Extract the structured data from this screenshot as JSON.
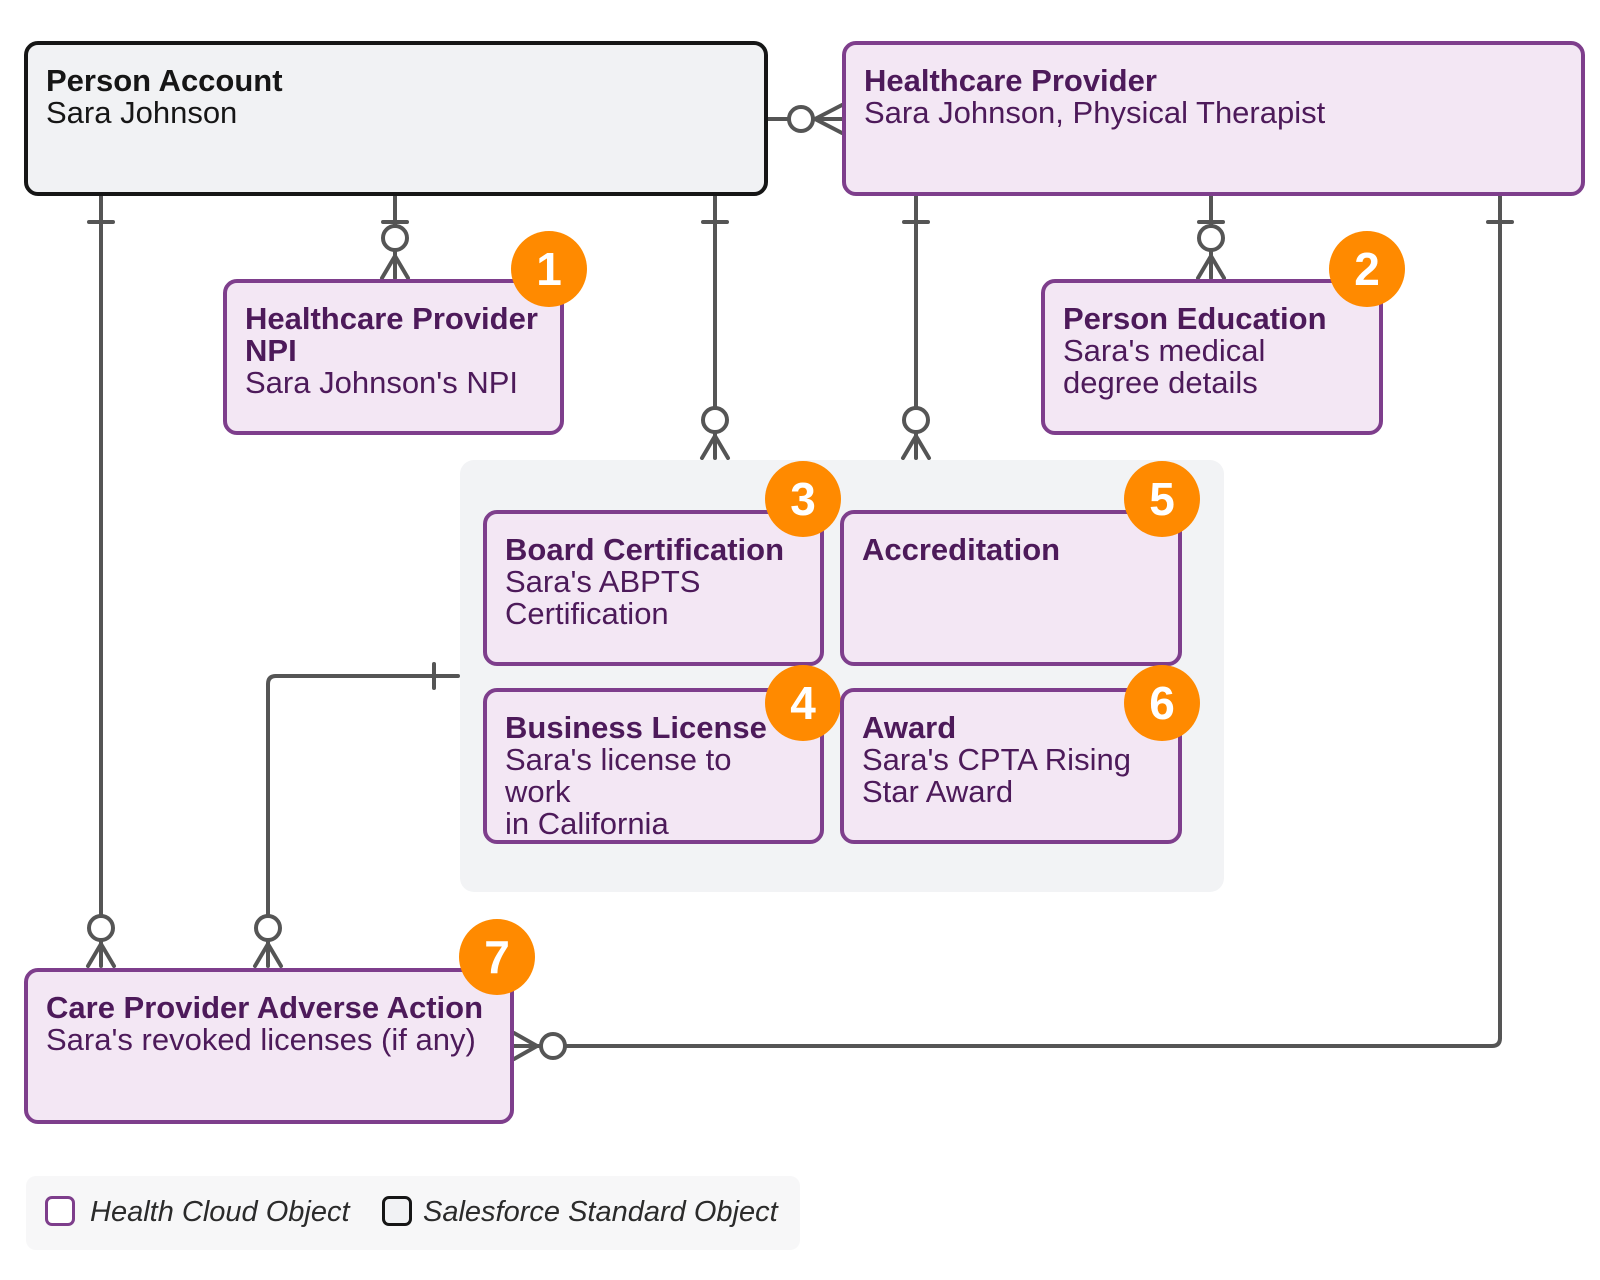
{
  "objects": {
    "person_account": {
      "title": "Person Account",
      "subtitle": "Sara Johnson"
    },
    "healthcare_provider": {
      "title": "Healthcare Provider",
      "subtitle": "Sara Johnson, Physical Therapist"
    },
    "provider_npi": {
      "title_line1": "Healthcare Provider",
      "title_line2": "NPI",
      "subtitle": "Sara Johnson's NPI",
      "badge": "1"
    },
    "person_education": {
      "title": "Person Education",
      "subtitle_line1": "Sara's medical",
      "subtitle_line2": "degree details",
      "badge": "2"
    },
    "board_certification": {
      "title": "Board Certification",
      "subtitle_line1": "Sara's ABPTS",
      "subtitle_line2": "Certification",
      "badge": "3"
    },
    "business_license": {
      "title": "Business License",
      "subtitle_line1": "Sara's license to work",
      "subtitle_line2": "in California",
      "badge": "4"
    },
    "accreditation": {
      "title": "Accreditation",
      "badge": "5"
    },
    "award": {
      "title": "Award",
      "subtitle_line1": "Sara's CPTA Rising",
      "subtitle_line2": "Star Award",
      "badge": "6"
    },
    "adverse_action": {
      "title": "Care Provider Adverse Action",
      "subtitle": "Sara's revoked licenses (if any)",
      "badge": "7"
    }
  },
  "legend": {
    "health_cloud": "Health Cloud Object",
    "salesforce_standard": "Salesforce Standard Object"
  },
  "colors": {
    "health_cloud_fill": "#f3e7f4",
    "health_cloud_border": "#7e3e8c",
    "standard_fill": "#f1f2f4",
    "standard_border": "#161616",
    "badge": "#ff8a00",
    "connector": "#555555"
  }
}
